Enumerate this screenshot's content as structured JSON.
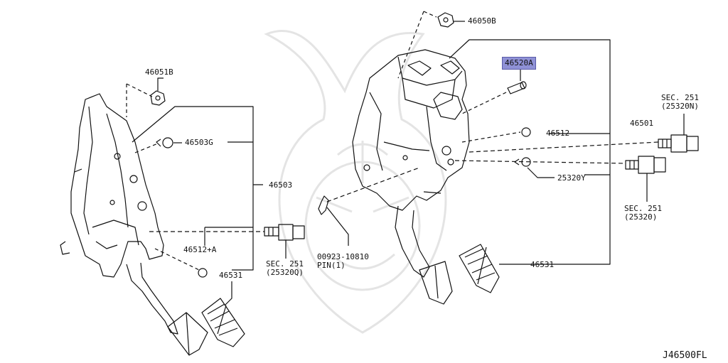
{
  "diagram_id": "J46500FL",
  "highlight_color": "#8f91d6",
  "labels": {
    "p46050B": "46050B",
    "p46520A": "46520A",
    "p46051B": "46051B",
    "p46503G": "46503G",
    "p46503": "46503",
    "p46512A": "46512+A",
    "p46531_left": "46531",
    "sec251_left": "SEC. 251",
    "sec251_left_code": "(25320Q)",
    "pin_part": "00923-10810",
    "pin_desc": "PIN(1)",
    "p46512": "46512",
    "p46501": "46501",
    "p25320Y": "25320Y",
    "sec251_top": "SEC. 251",
    "sec251_top_code": "(25320N)",
    "sec251_mid": "SEC. 251",
    "sec251_mid_code": "(25320)",
    "p46531_right": "46531"
  }
}
